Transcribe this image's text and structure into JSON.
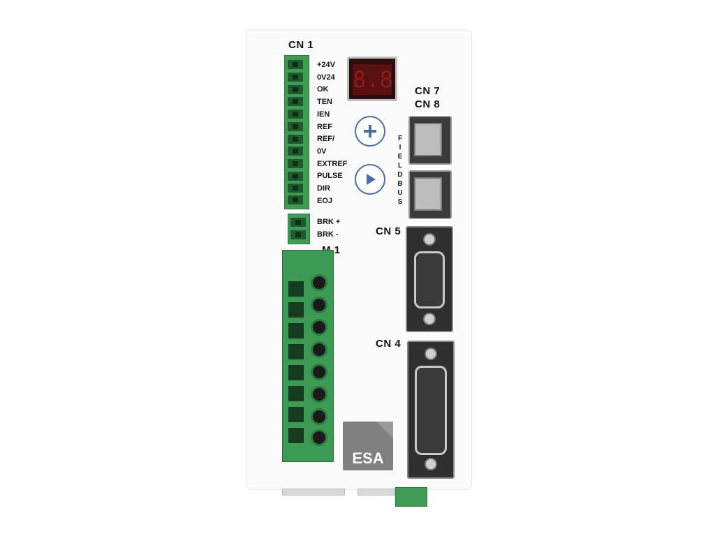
{
  "device": {
    "connectors": {
      "cn1": "CN 1",
      "cn7": "CN 7",
      "cn8": "CN 8",
      "cn5": "CN 5",
      "cn4": "CN 4",
      "m1": "M 1"
    },
    "cn1_pins": [
      "+24V",
      "0V24",
      "OK",
      "TEN",
      "IEN",
      "REF",
      "REF/",
      "0V",
      "EXTREF",
      "PULSE",
      "DIR",
      "EOJ"
    ],
    "brake_pins": [
      "BRK +",
      "BRK -"
    ],
    "fieldbus_label": [
      "F",
      "I",
      "E",
      "L",
      "D",
      "B",
      "U",
      "S"
    ],
    "display_value": "8.8",
    "buttons": {
      "plus_icon": "plus-icon",
      "play_icon": "play-icon"
    },
    "logo_text": "ESA",
    "colors": {
      "terminal_green": "#3f9b55",
      "button_blue": "#4a6fa5",
      "display_red": "#5a1010",
      "logo_gray": "#808080"
    }
  }
}
